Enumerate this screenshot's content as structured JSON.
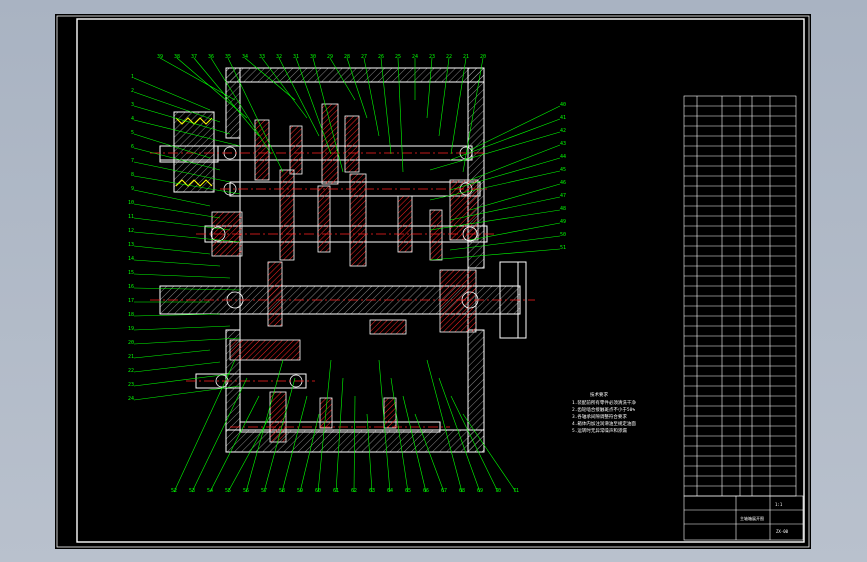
{
  "drawing": {
    "callout_top": [
      "39",
      "38",
      "37",
      "36",
      "35",
      "34",
      "33",
      "32",
      "31",
      "30",
      "29",
      "28",
      "27",
      "26",
      "25",
      "24",
      "23",
      "22",
      "21",
      "20"
    ],
    "callout_left": [
      "1",
      "2",
      "3",
      "4",
      "5",
      "6",
      "7",
      "8",
      "9",
      "10",
      "11",
      "12",
      "13",
      "14",
      "15",
      "16",
      "17",
      "18",
      "19",
      "20",
      "21",
      "22",
      "23",
      "24"
    ],
    "callout_right": [
      "40",
      "41",
      "42",
      "43",
      "44",
      "45",
      "46",
      "47",
      "48",
      "49",
      "50",
      "51"
    ],
    "callout_bottom": [
      "52",
      "53",
      "54",
      "55",
      "56",
      "57",
      "58",
      "59",
      "60",
      "61",
      "62",
      "63",
      "64",
      "65",
      "66",
      "67",
      "68",
      "69",
      "70",
      "71"
    ],
    "technical_requirements": {
      "title": "技术要求",
      "lines": [
        "1.装配前所有零件必须清洗干净",
        "2.齿轮啮合接触斑点不小于50%",
        "3.各轴承间隙调整符合要求",
        "4.箱体内加注润滑油至规定油面",
        "5.运转时无异常噪声和渗漏"
      ]
    },
    "title_block": {
      "drawing_name": "主轴箱展开图",
      "drawing_no": "ZX-00",
      "scale": "1:1"
    },
    "colors": {
      "background": "#000000",
      "frame": "#ffffff",
      "callout": "#00ff00",
      "section_hatch": "#ff2020",
      "center_line": "#ff2020",
      "highlight": "#ffff00",
      "part": "#ffffff"
    }
  }
}
